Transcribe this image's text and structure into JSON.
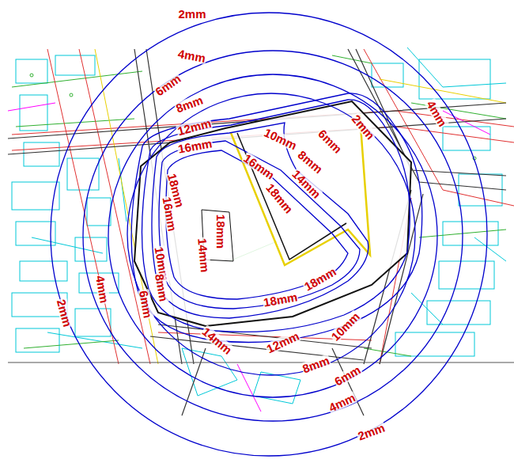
{
  "diagram": {
    "labels": [
      "2mm",
      "4mm",
      "6mm",
      "8mm",
      "12mm",
      "16mm",
      "10mm",
      "8mm",
      "6mm",
      "2mm",
      "4mm",
      "16mm",
      "14mm",
      "18mm",
      "18mm",
      "16mm",
      "14mm",
      "18mm",
      "10mm",
      "8mm",
      "6mm",
      "4mm",
      "2mm",
      "18mm",
      "18mm",
      "14mm",
      "12mm",
      "10mm",
      "8mm",
      "6mm",
      "4mm",
      "2mm"
    ]
  }
}
